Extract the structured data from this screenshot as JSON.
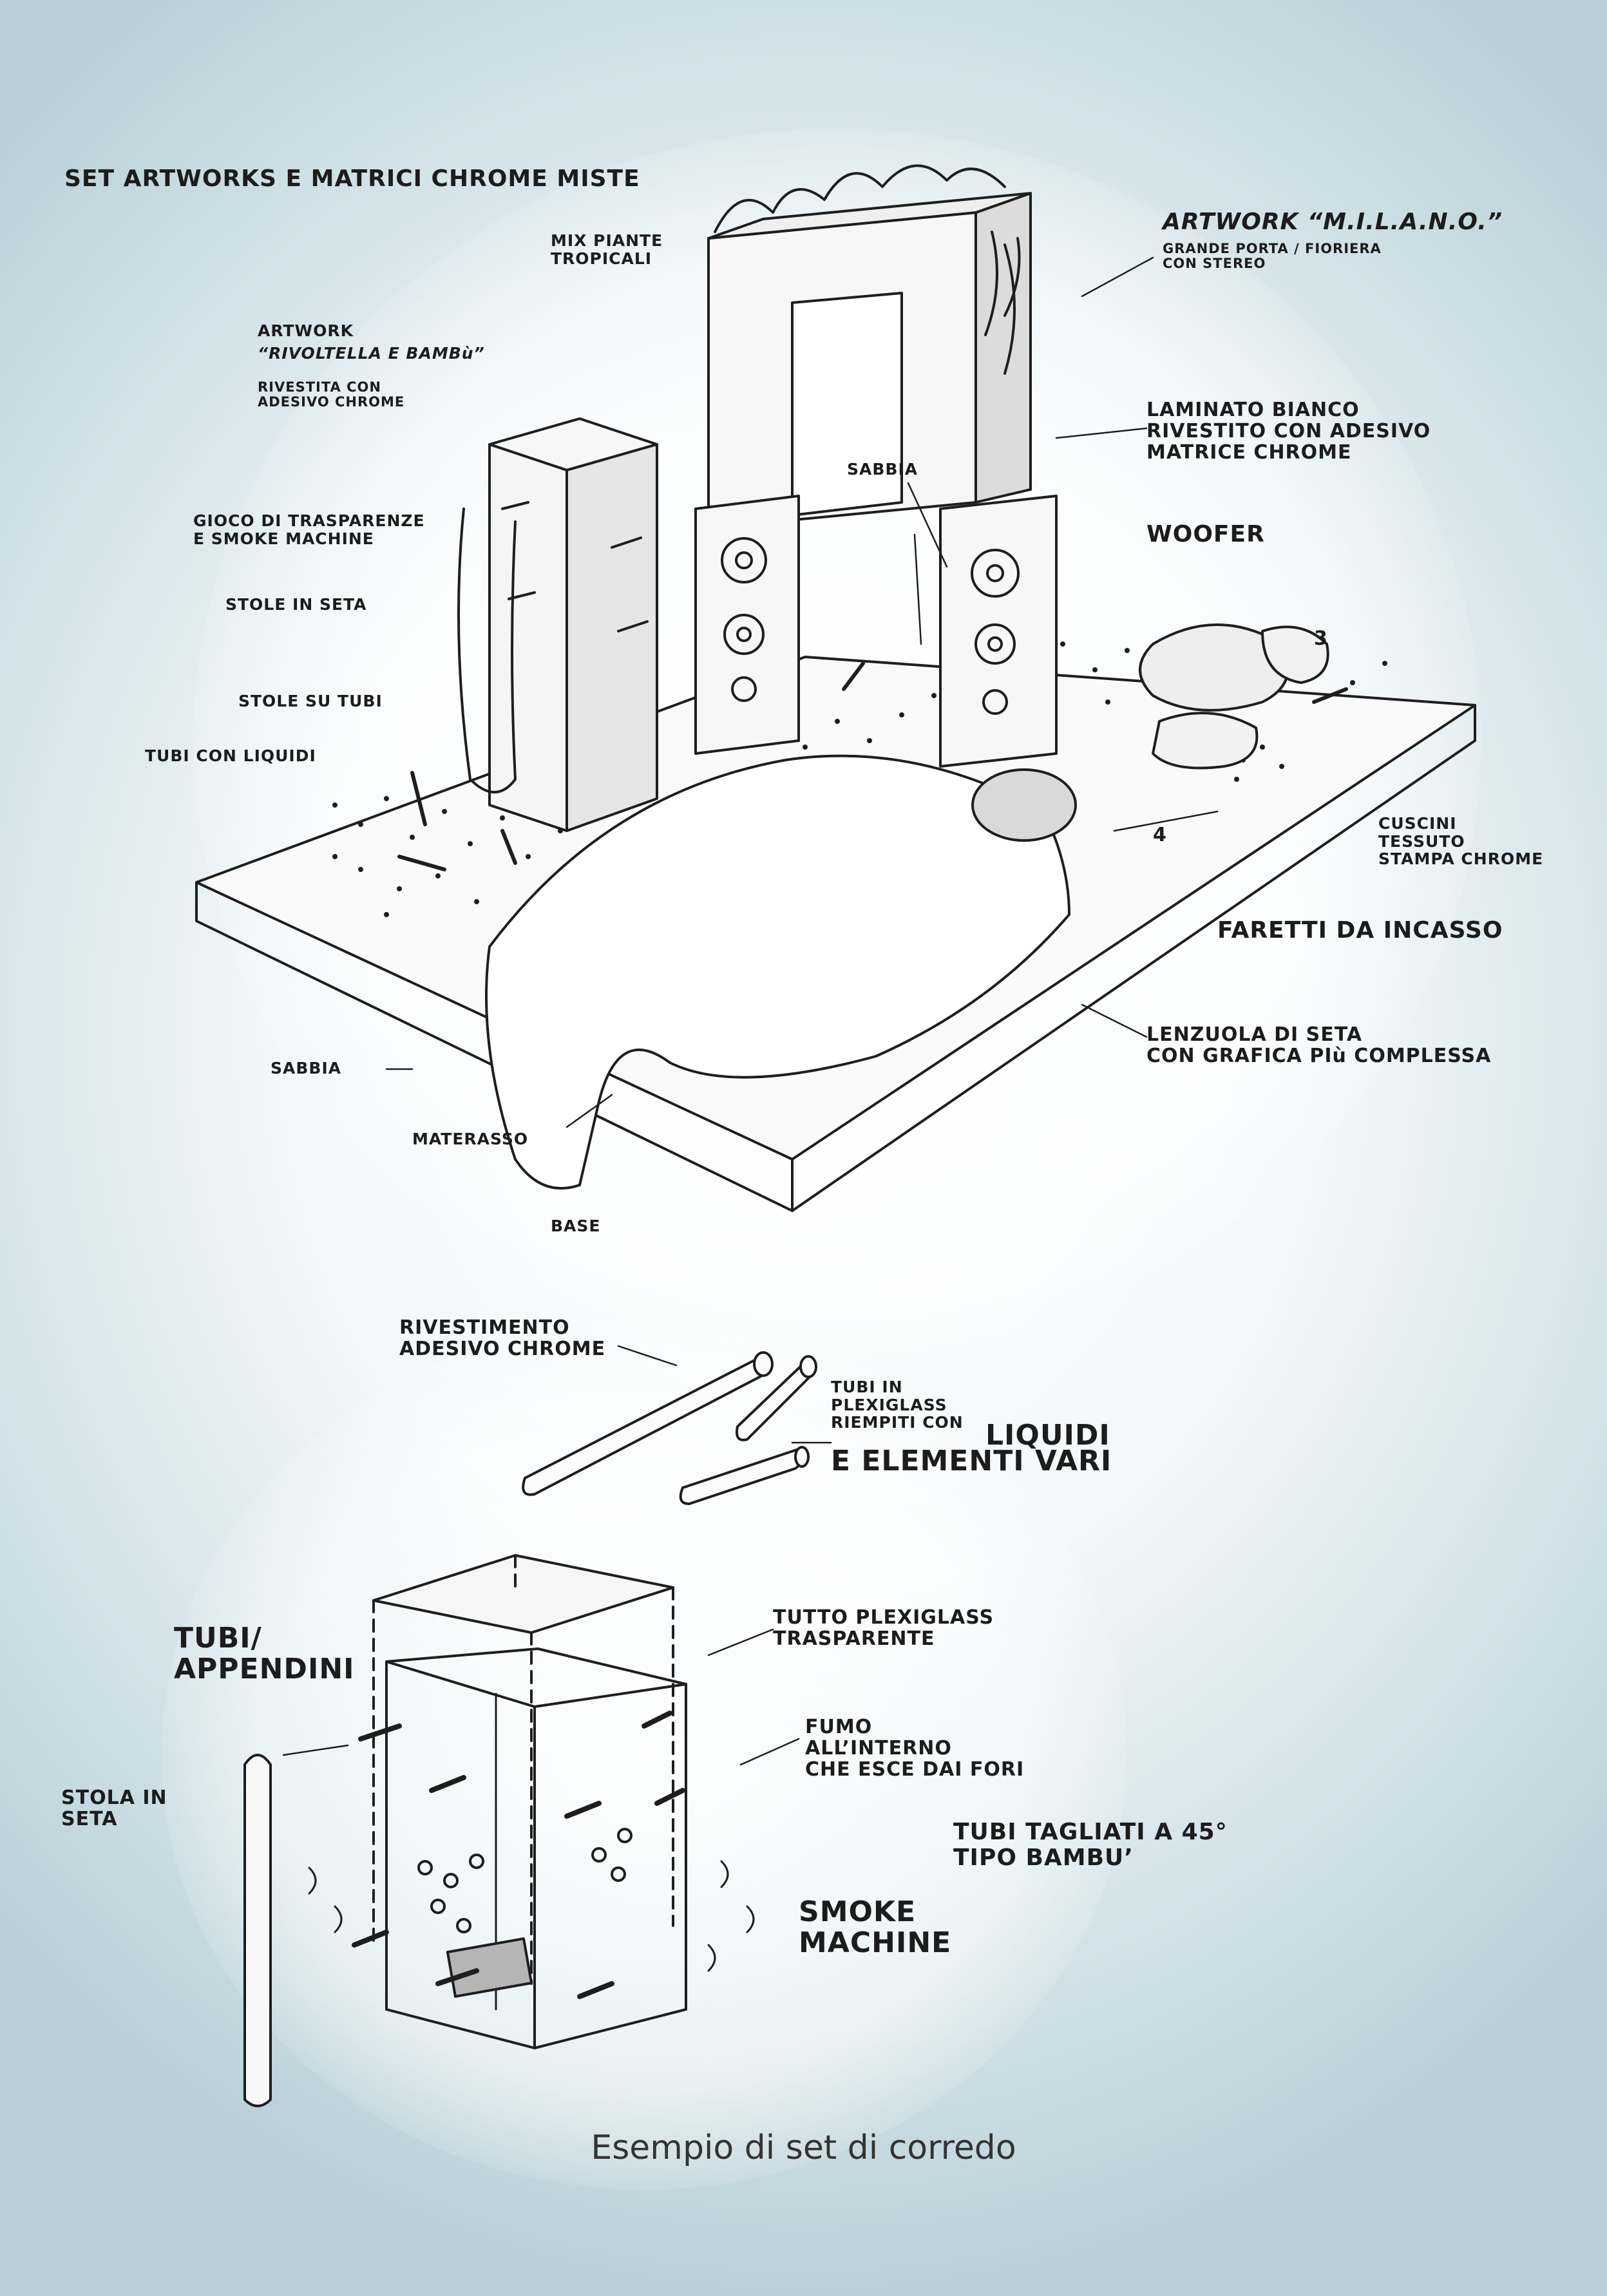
{
  "title": "SET ARTWORKS E MATRICI CHROME MISTE",
  "labels": {
    "mix_piante": "MIX PIANTE\nTROPICALI",
    "artwork_milano": "ARTWORK “M.I.L.A.N.O.”",
    "artwork_milano_sub": "GRANDE PORTA / FIORIERA\nCON STEREO",
    "artwork_rivoltella": "ARTWORK",
    "artwork_rivoltella_name": "“RIVOLTELLA E BAMBù”",
    "artwork_rivoltella_sub": "RIVESTITA CON\nADESIVO CHROME",
    "laminato": "LAMINATO BIANCO\nRIVESTITO CON ADESIVO\nMATRICE CHROME",
    "sabbia_top": "SABBIA",
    "woofer": "WOOFER",
    "gioco": "GIOCO DI TRASPARENZE\nE SMOKE MACHINE",
    "stole_seta": "STOLE IN SETA",
    "stole_tubi": "STOLE SU TUBI",
    "tubi_liquidi": "TUBI CON LIQUIDI",
    "cuscini": "CUSCINI\nTESSUTO\nSTAMPA CHROME",
    "faretti": "FARETTI DA INCASSO",
    "lenzuola": "LENZUOLA DI SETA\nCON GRAFICA PIù COMPLESSA",
    "sabbia_bottom": "SABBIA",
    "materasso": "MATERASSO",
    "base": "BASE",
    "rivestimento": "RIVESTIMENTO\nADESIVO CHROME",
    "tubi_in": "TUBI IN\nPLEXIGLASS\nRIEMPITI CON",
    "liquidi": "LIQUIDI",
    "elementi_vari": "E ELEMENTI VARI",
    "tubi_appendini": "TUBI/\nAPPENDINI",
    "tutto_plexi": "TUTTO PLEXIGLASS\nTRASPARENTE",
    "fumo": "FUMO\nALL’INTERNO\nCHE ESCE DAI FORI",
    "stola": "STOLA IN\nSETA",
    "tubi_tagliati": "TUBI TAGLIATI A 45°\nTIPO BAMBU’",
    "smoke_machine": "SMOKE\nMACHINE",
    "num3": "3",
    "num4": "4"
  },
  "caption": "Esempio di set di corredo"
}
